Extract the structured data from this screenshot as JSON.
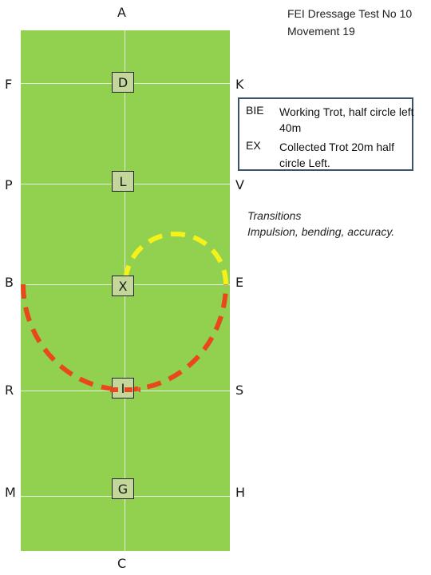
{
  "title": {
    "line1": "FEI Dressage Test No 10",
    "line2": "Movement 19"
  },
  "markers": {
    "A": "A",
    "F": "F",
    "K": "K",
    "P": "P",
    "V": "V",
    "B": "B",
    "E": "E",
    "R": "R",
    "S": "S",
    "M": "M",
    "H": "H",
    "C": "C"
  },
  "centerline_markers": {
    "D": "D",
    "L": "L",
    "X": "X",
    "I": "I",
    "G": "G"
  },
  "movements": [
    {
      "code": "BIE",
      "text": "Working Trot, half circle left 40m"
    },
    {
      "code": "EX",
      "text": "Collected Trot 20m half circle Left."
    }
  ],
  "notes": {
    "line1": "Transitions",
    "line2": "Impulsion, bending, accuracy."
  },
  "colors": {
    "arena": "#92d050",
    "marker_box": "#c4d79b",
    "path_red": "#e8481c",
    "path_yellow": "#f5f21a",
    "info_border": "#3d5168"
  }
}
